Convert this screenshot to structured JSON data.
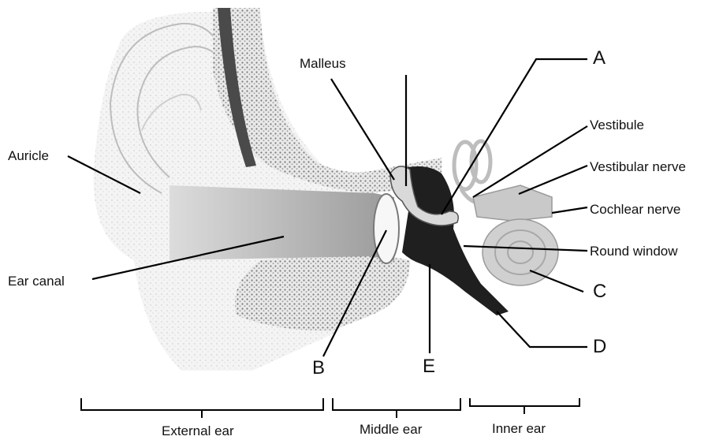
{
  "labels": {
    "auricle": "Auricle",
    "ear_canal": "Ear canal",
    "malleus": "Malleus",
    "vestibule": "Vestibule",
    "vestibular_nerve": "Vestibular nerve",
    "cochlear_nerve": "Cochlear nerve",
    "round_window": "Round window"
  },
  "letters": {
    "a": "A",
    "b": "B",
    "c": "C",
    "d": "D",
    "e": "E"
  },
  "regions": {
    "external_ear": "External ear",
    "middle_ear": "Middle ear",
    "inner_ear": "Inner ear"
  }
}
